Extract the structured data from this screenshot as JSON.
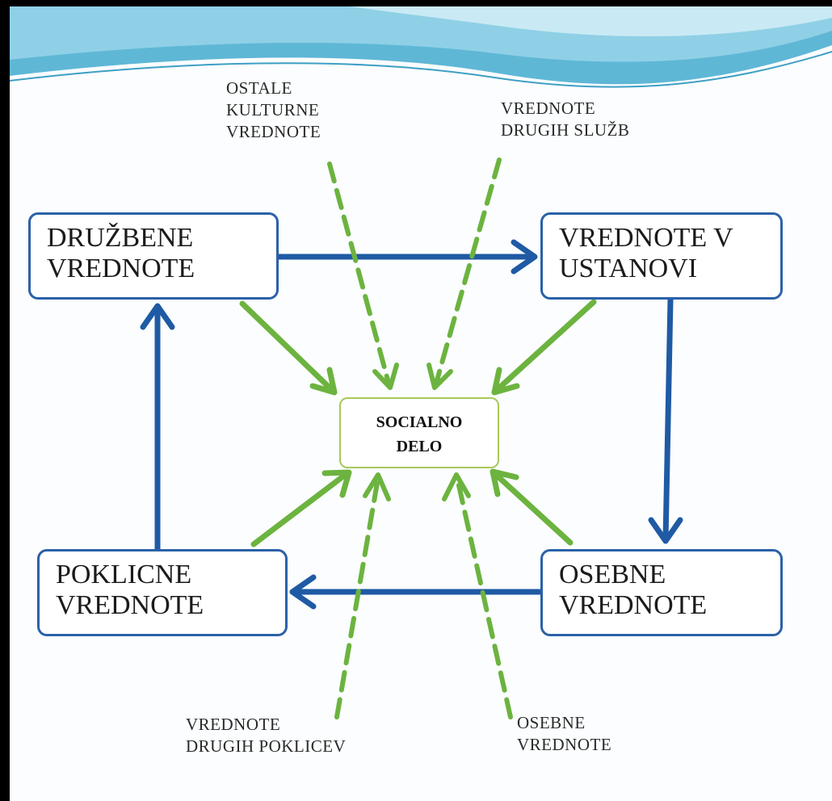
{
  "colors": {
    "blue_arrow": "#1f5aa4",
    "green_arrow": "#6cb33f",
    "node_border": "#2b61a8",
    "center_border": "#a9c85a",
    "header_wave": "#5fb7d6"
  },
  "center": {
    "line1": "SOCIALNO",
    "line2": "DELO"
  },
  "nodes": {
    "druzbene": {
      "line1": "DRUŽBENE",
      "line2": "VREDNOTE"
    },
    "ustanovi": {
      "line1": "VREDNOTE V",
      "line2": "USTANOVI"
    },
    "poklicne": {
      "line1": "POKLICNE",
      "line2": "VREDNOTE"
    },
    "osebne": {
      "line1": "OSEBNE",
      "line2": "VREDNOTE"
    }
  },
  "labels": {
    "ostale": {
      "line1": "OSTALE",
      "line2": "KULTURNE",
      "line3": "VREDNOTE"
    },
    "druge_sluzbe": {
      "line1": "VREDNOTE",
      "line2": "DRUGIH SLUŽB"
    },
    "drugi_poklici": {
      "line1": "VREDNOTE",
      "line2": "DRUGIH POKLICEV"
    },
    "osebne_zunanje": {
      "line1": "OSEBNE",
      "line2": "VREDNOTE"
    }
  }
}
